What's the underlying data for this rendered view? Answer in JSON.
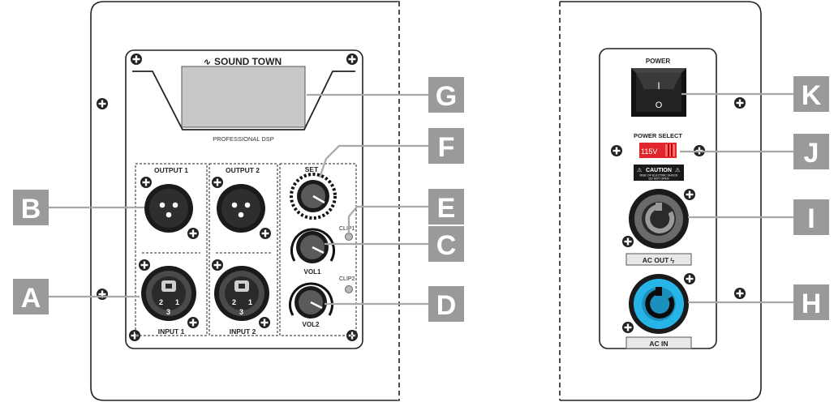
{
  "brand": "SOUND TOWN",
  "dsp_label": "PROFESSIONAL DSP",
  "output1": "OUTPUT 1",
  "output2": "OUTPUT 2",
  "input1": "INPUT 1",
  "input2": "INPUT 2",
  "set_label": "SET",
  "clip1": "CLIP1",
  "clip2": "CLIP2",
  "vol1": "VOL1",
  "vol2": "VOL2",
  "pin1": "1",
  "pin2": "2",
  "pin3": "3",
  "power": "POWER",
  "power_on": "I",
  "power_off": "O",
  "power_select": "POWER SELECT",
  "voltage": "115V",
  "caution_title": "CAUTION",
  "caution_line1": "RISK OF ELECTRIC SHOCK",
  "caution_line2": "DO NOT OPEN",
  "ac_out": "AC OUT",
  "ac_in": "AC IN",
  "callouts": {
    "A": "A",
    "B": "B",
    "C": "C",
    "D": "D",
    "E": "E",
    "F": "F",
    "G": "G",
    "H": "H",
    "I": "I",
    "J": "J",
    "K": "K"
  },
  "colors": {
    "callout_box": "#9a9a9c",
    "leader_line": "#a8a8a8",
    "power_select_red": "#e0262c",
    "ac_in_blue": "#27b4e6",
    "panel_stroke": "#222222"
  }
}
